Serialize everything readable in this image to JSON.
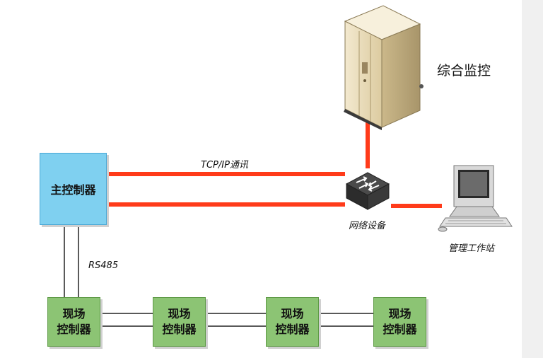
{
  "monitor_label": "综合监控",
  "tcp_label": "TCP/IP通讯",
  "main_controller": "主控制器",
  "rs485_label": "RS485",
  "network_device_label": "网络设备",
  "workstation_label": "管理工作站",
  "field_controllers": [
    "现场\n控制器",
    "现场\n控制器",
    "现场\n控制器",
    "现场\n控制器"
  ],
  "colors": {
    "ethernet_line": "#ff3b1a",
    "main_controller_fill": "#7fd0f0",
    "field_controller_fill": "#8cc474",
    "serial_line": "#222222"
  },
  "icons": [
    "server-tower-icon",
    "network-switch-icon",
    "computer-workstation-icon"
  ]
}
